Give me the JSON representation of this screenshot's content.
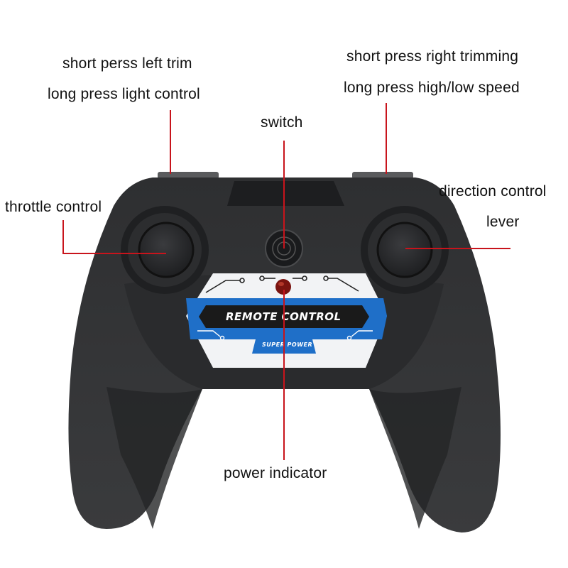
{
  "annotations": {
    "left_trim": {
      "line1": "short perss left trim",
      "line2": "long press light control"
    },
    "right_trim": {
      "line1": "short press right trimming",
      "line2": "long press high/low speed"
    },
    "switch": "switch",
    "throttle": "throttle control",
    "direction": {
      "line1": "direction control",
      "line2": "lever"
    },
    "power_indicator": "power indicator"
  },
  "device": {
    "badge_title": "REMOTE CONTROL",
    "badge_subtitle": "SUPER POWER"
  },
  "colors": {
    "leader_line": "#c8141c",
    "body": "#2b2c2e",
    "badge_blue": "#1f6fc8",
    "led": "#7a1410"
  }
}
